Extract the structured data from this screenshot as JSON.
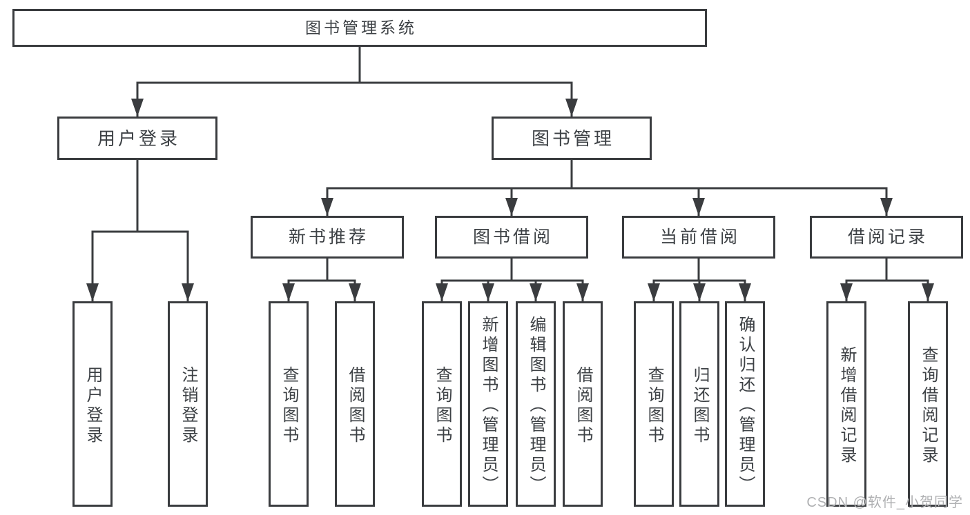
{
  "diagram_title": "图书管理系统",
  "watermark": "CSDN @软件_小贺同学",
  "colors": {
    "line": "#3a3c3f",
    "text": "#3d4145",
    "background": "#ffffff",
    "watermark": "#b0b1b3"
  },
  "nodes": {
    "root": {
      "label": "图书管理系统",
      "children": [
        "user-login",
        "book-mgmt"
      ]
    },
    "user-login": {
      "label": "用户登录",
      "children": [
        "ul-user-login",
        "ul-logout"
      ]
    },
    "book-mgmt": {
      "label": "图书管理",
      "children": [
        "new-book-rec",
        "book-borrow",
        "current-borrow",
        "borrow-records"
      ]
    },
    "new-book-rec": {
      "label": "新书推荐",
      "children": [
        "nbr-query-book",
        "nbr-borrow-book"
      ]
    },
    "book-borrow": {
      "label": "图书借阅",
      "children": [
        "bb-query-book",
        "bb-add-book",
        "bb-edit-book",
        "bb-borrow-book"
      ]
    },
    "current-borrow": {
      "label": "当前借阅",
      "children": [
        "cb-query-book",
        "cb-return-book",
        "cb-confirm-return"
      ]
    },
    "borrow-records": {
      "label": "借阅记录",
      "children": [
        "br-add-record",
        "br-query-record"
      ]
    },
    "ul-user-login": {
      "label": "用户登录",
      "children": []
    },
    "ul-logout": {
      "label": "注销登录",
      "children": []
    },
    "nbr-query-book": {
      "label": "查询图书",
      "children": []
    },
    "nbr-borrow-book": {
      "label": "借阅图书",
      "children": []
    },
    "bb-query-book": {
      "label": "查询图书",
      "children": []
    },
    "bb-add-book": {
      "label": "新增图书（管理员）",
      "children": []
    },
    "bb-edit-book": {
      "label": "编辑图书（管理员）",
      "children": []
    },
    "bb-borrow-book": {
      "label": "借阅图书",
      "children": []
    },
    "cb-query-book": {
      "label": "查询图书",
      "children": []
    },
    "cb-return-book": {
      "label": "归还图书",
      "children": []
    },
    "cb-confirm-return": {
      "label": "确认归还（管理员）",
      "children": []
    },
    "br-add-record": {
      "label": "新增借阅记录",
      "children": []
    },
    "br-query-record": {
      "label": "查询借阅记录",
      "children": []
    }
  }
}
